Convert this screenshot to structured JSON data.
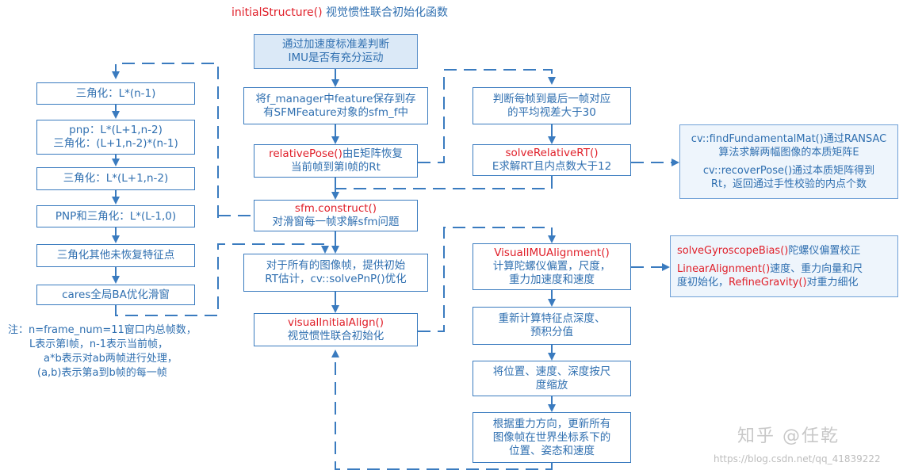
{
  "title": {
    "fn": "initialStructure()",
    "desc": "视觉惯性联合初始化函数"
  },
  "main": [
    {
      "lines": [
        "通过加速度标准差判断",
        "IMU是否有充分运动"
      ]
    },
    {
      "lines": [
        "将f_manager中feature保存到存",
        "有SFMFeature对象的sfm_f中"
      ]
    },
    {
      "fn": "relativePose()",
      "fn_suffix": "由E矩阵恢复",
      "lines": [
        "当前帧到第l帧的Rt"
      ]
    },
    {
      "fn": "sfm.construct()",
      "lines": [
        "对滑窗每一帧求解sfm问题"
      ]
    },
    {
      "lines": [
        "对于所有的图像帧，提供初始",
        "RT估计，cv::solvePnP()优化"
      ]
    },
    {
      "fn": "visualInitialAlign()",
      "lines": [
        "视觉惯性联合初始化"
      ]
    }
  ],
  "left": [
    "三角化：L*(n-1)",
    "pnp：L*(L+1,n-2)",
    "三角化：(L+1,n-2)*(n-1)",
    "三角化：L*(L+1,n-2)",
    "PNP和三角化：L*(L-1,0)",
    "三角化其他未恢复特征点",
    "cares全局BA优化滑窗"
  ],
  "right_top": [
    {
      "lines": [
        "判断每帧到最后一帧对应",
        "的平均视差大于30"
      ]
    },
    {
      "fn": "solveRelativeRT()",
      "lines": [
        "E求解RT且内点数大于12"
      ]
    }
  ],
  "right_bottom": [
    {
      "fn": "VisualIMUAlignment()",
      "lines": [
        "计算陀螺仪偏置，尺度，",
        "重力加速度和速度"
      ]
    },
    {
      "lines": [
        "重新计算特征点深度、",
        "预积分值"
      ]
    },
    {
      "lines": [
        "将位置、速度、深度按尺",
        "度缩放"
      ]
    },
    {
      "lines": [
        "根据重力方向，更新所有",
        "图像帧在世界坐标系下的",
        "位置、姿态和速度"
      ]
    }
  ],
  "side1": {
    "l1": "cv::findFundamentalMat()通过RANSAC",
    "l2": "算法求解两幅图像的本质矩阵E",
    "l3": "cv::recoverPose()通过本质矩阵得到",
    "l4": "Rt，返回通过手性校验的内点个数"
  },
  "side2": {
    "fn1": "solveGyroscopeBias()",
    "t1": "陀螺仪偏置校正",
    "fn2": "LinearAlignment()",
    "t2": "速度、重力向量和尺",
    "t3": "度初始化，",
    "fn3": "RefineGravity()",
    "t4": "对重力细化"
  },
  "note": [
    "注：n=frame_num=11窗口内总帧数，",
    "L表示第l帧，n-1表示当前帧，",
    "a*b表示对ab两帧进行处理，",
    "(a,b)表示第a到b帧的每一帧"
  ],
  "watermark": {
    "brand": "知乎 @任乾",
    "url": "https://blog.csdn.net/qq_41839222"
  },
  "colors": {
    "accent": "#3a7bbf",
    "function": "#e0202a",
    "fill": "#dbe9f7"
  }
}
